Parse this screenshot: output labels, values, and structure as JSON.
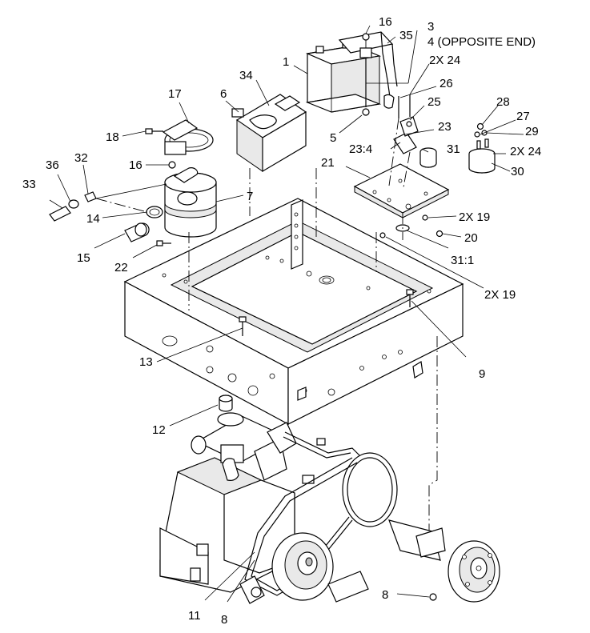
{
  "callouts": [
    {
      "id": "c1",
      "text": "1"
    },
    {
      "id": "c16a",
      "text": "16"
    },
    {
      "id": "c35",
      "text": "35"
    },
    {
      "id": "c3",
      "text": "3"
    },
    {
      "id": "c4",
      "text": "4 (OPPOSITE END)"
    },
    {
      "id": "c2x24a",
      "text": "2X 24"
    },
    {
      "id": "c26",
      "text": "26"
    },
    {
      "id": "c25",
      "text": "25"
    },
    {
      "id": "c34",
      "text": "34"
    },
    {
      "id": "c6",
      "text": "6"
    },
    {
      "id": "c17",
      "text": "17"
    },
    {
      "id": "c18",
      "text": "18"
    },
    {
      "id": "c5",
      "text": "5"
    },
    {
      "id": "c23",
      "text": "23"
    },
    {
      "id": "c23_4",
      "text": "23:4"
    },
    {
      "id": "c31",
      "text": "31"
    },
    {
      "id": "c28",
      "text": "28"
    },
    {
      "id": "c27",
      "text": "27"
    },
    {
      "id": "c29",
      "text": "29"
    },
    {
      "id": "c2x24b",
      "text": "2X 24"
    },
    {
      "id": "c30",
      "text": "30"
    },
    {
      "id": "c21",
      "text": "21"
    },
    {
      "id": "c16b",
      "text": "16"
    },
    {
      "id": "c33",
      "text": "33"
    },
    {
      "id": "c36",
      "text": "36"
    },
    {
      "id": "c32",
      "text": "32"
    },
    {
      "id": "c7",
      "text": "7"
    },
    {
      "id": "c14",
      "text": "14"
    },
    {
      "id": "c15",
      "text": "15"
    },
    {
      "id": "c22",
      "text": "22"
    },
    {
      "id": "c2x19a",
      "text": "2X 19"
    },
    {
      "id": "c20",
      "text": "20"
    },
    {
      "id": "c31_1",
      "text": "31:1"
    },
    {
      "id": "c2x19b",
      "text": "2X 19"
    },
    {
      "id": "c13",
      "text": "13"
    },
    {
      "id": "c9",
      "text": "9"
    },
    {
      "id": "c12",
      "text": "12"
    },
    {
      "id": "c11",
      "text": "11"
    },
    {
      "id": "c8a",
      "text": "8"
    },
    {
      "id": "c8b",
      "text": "8"
    }
  ]
}
